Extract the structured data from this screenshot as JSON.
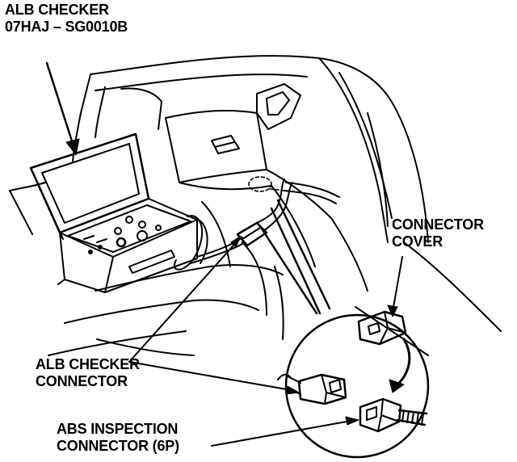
{
  "labels": {
    "alb_checker": {
      "line1": "ALB CHECKER",
      "line2": "07HAJ – SG0010B"
    },
    "connector_cover": {
      "line1": "CONNECTOR",
      "line2": "COVER"
    },
    "alb_checker_connector": {
      "line1": "ALB CHECKER",
      "line2": "CONNECTOR"
    },
    "abs_inspection_connector": {
      "line1": "ABS INSPECTION",
      "line2": "CONNECTOR (6P)"
    }
  }
}
